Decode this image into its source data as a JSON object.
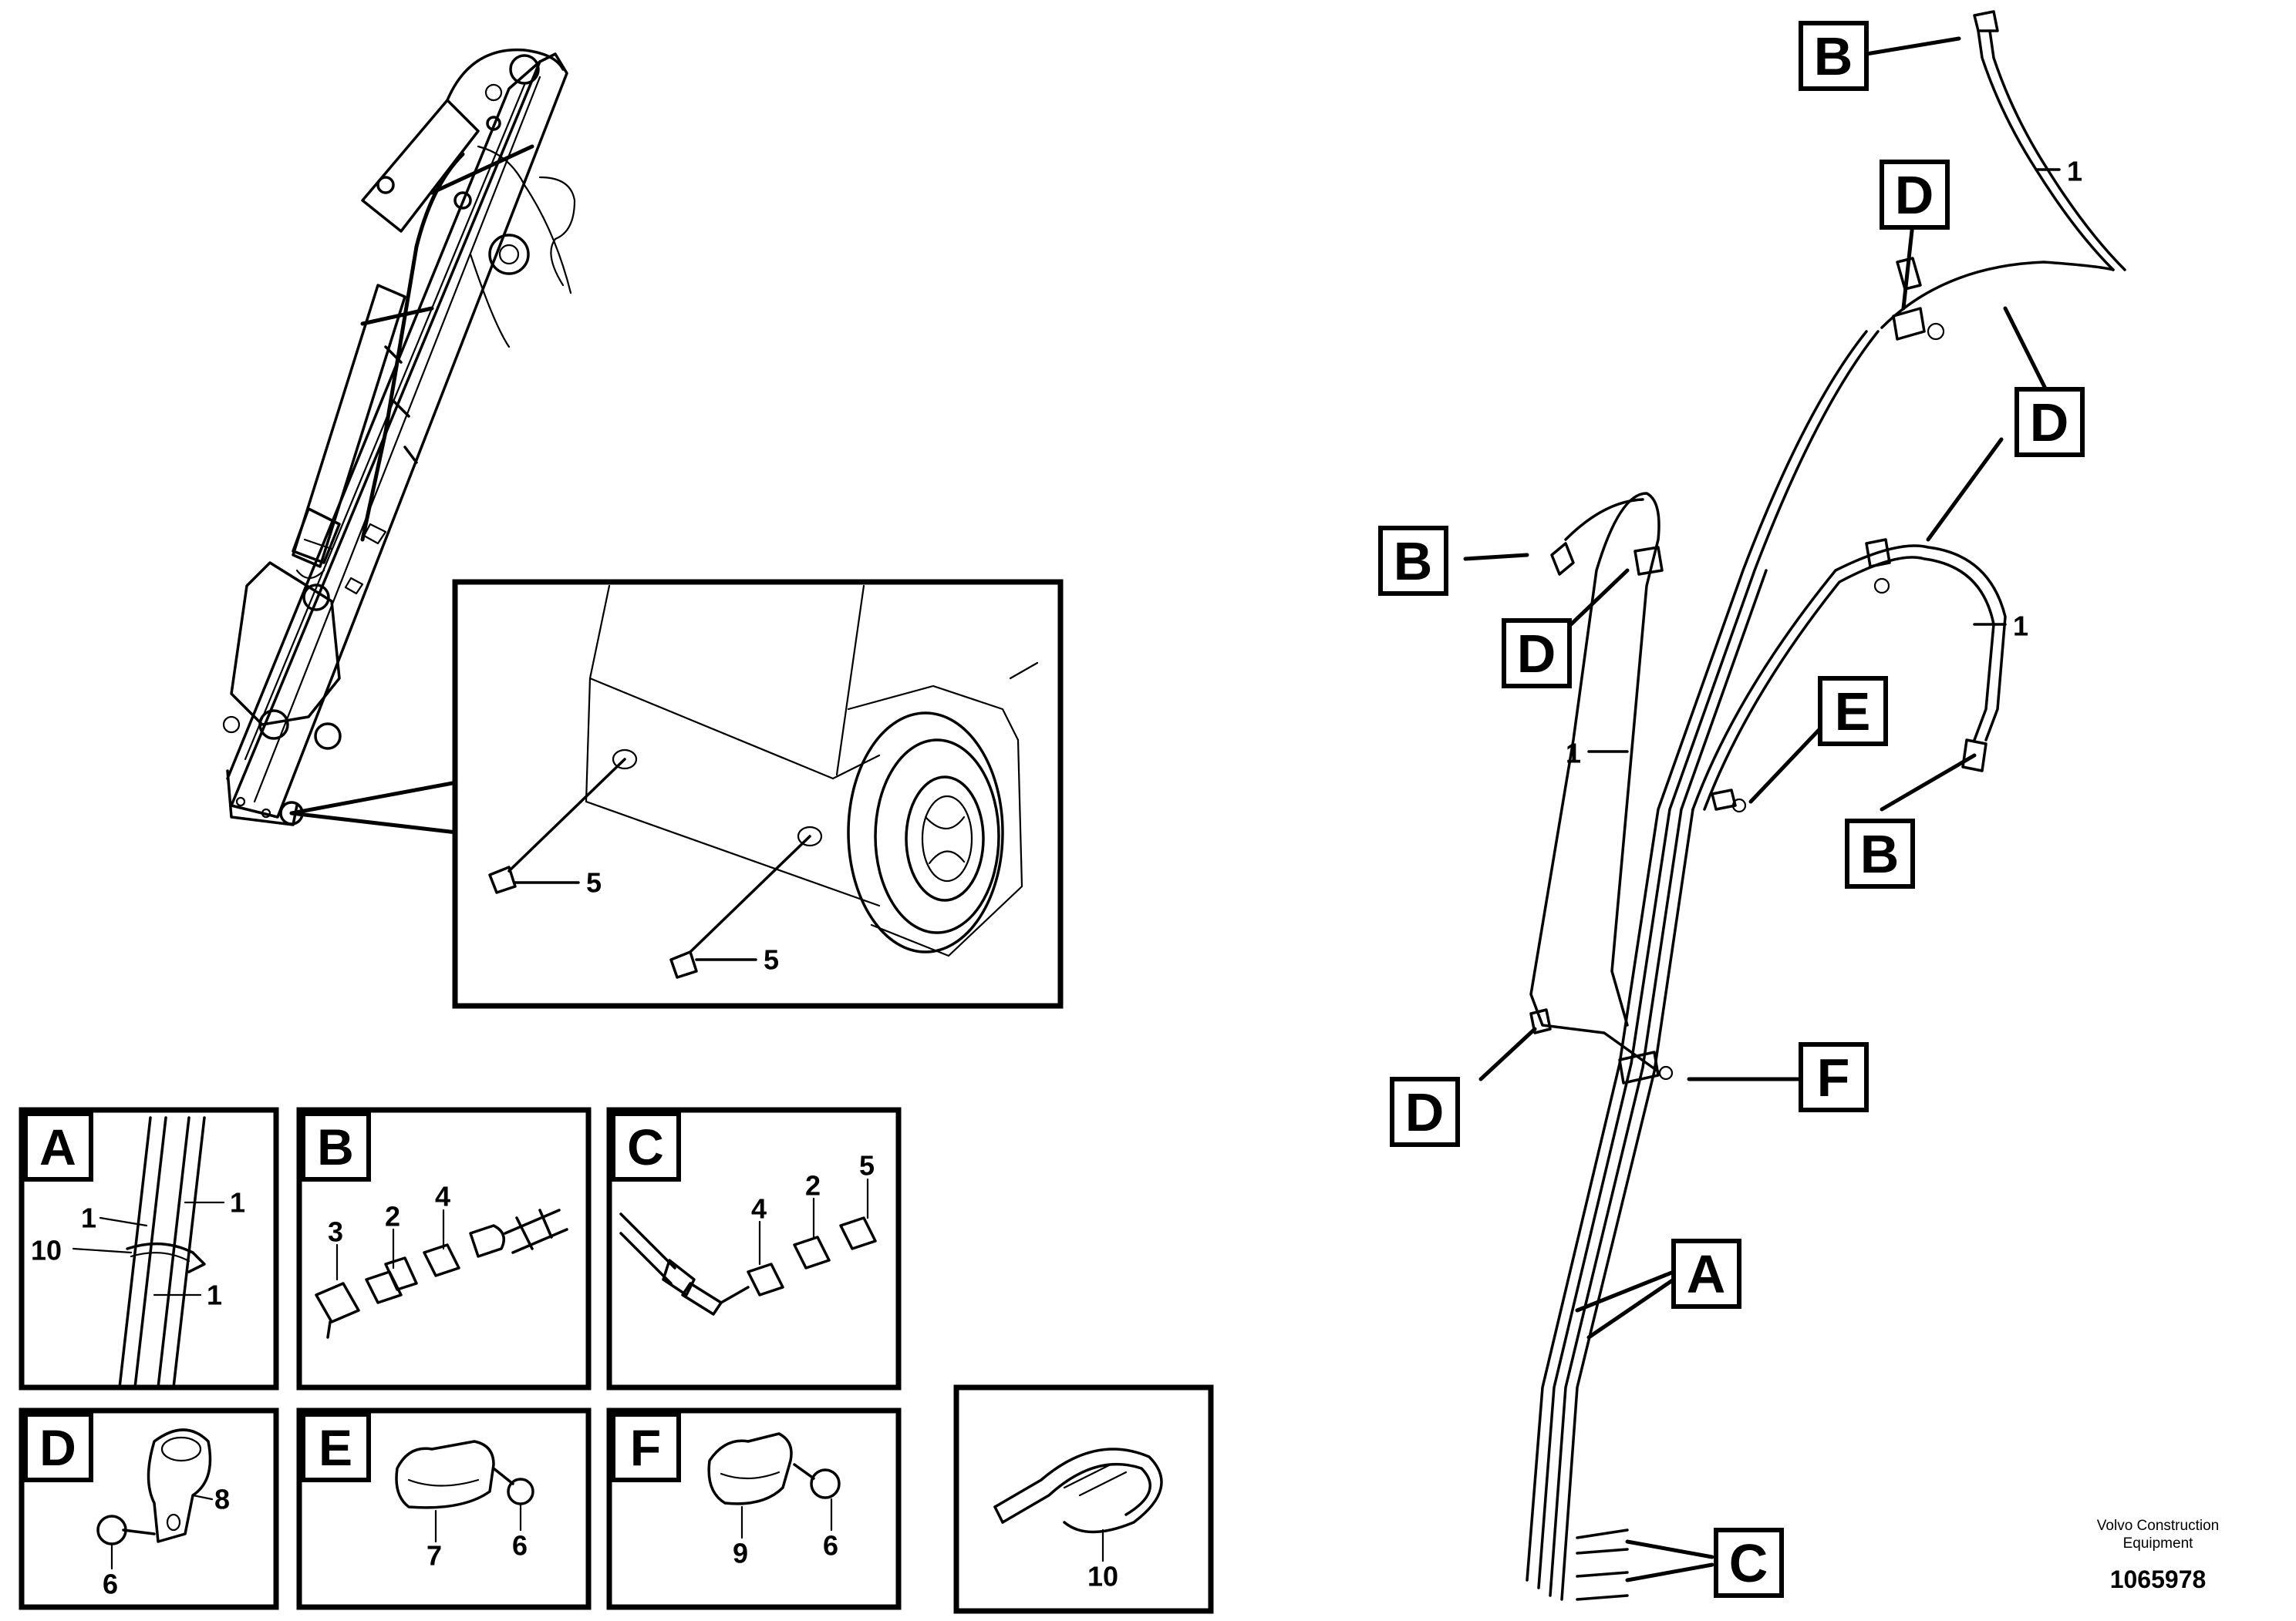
{
  "labels": {
    "callout_letters": {
      "a": "A",
      "b": "B",
      "c": "C",
      "d": "D",
      "e": "E",
      "f": "F"
    },
    "part_numbers": {
      "p1": "1",
      "p2": "2",
      "p3": "3",
      "p4": "4",
      "p5": "5",
      "p6": "6",
      "p7": "7",
      "p8": "8",
      "p9": "9",
      "p10": "10"
    }
  },
  "footer": {
    "brand_line1": "Volvo Construction",
    "brand_line2": "Equipment",
    "figure_number": "1065978"
  }
}
